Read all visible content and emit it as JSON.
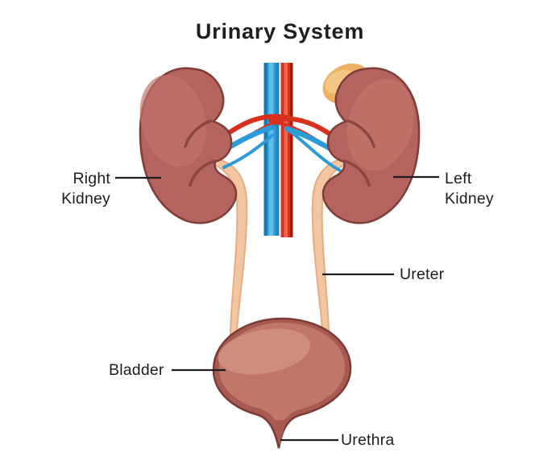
{
  "title": "Urinary System",
  "labels": {
    "right_kidney": {
      "line1": "Right",
      "line2": "Kidney"
    },
    "left_kidney": {
      "line1": "Left",
      "line2": "Kidney"
    },
    "ureter": "Ureter",
    "bladder": "Bladder",
    "urethra": "Urethra"
  },
  "colors": {
    "background": "#ffffff",
    "title_text": "#1f1f1f",
    "label_text": "#1d1d1d",
    "leader_line": "#1d1d1d",
    "kidney_fill": "#b5635e",
    "kidney_outline": "#7e3d39",
    "kidney_crease": "#8a4642",
    "kidney_highlight": "#c0736c",
    "adrenal_fill": "#eeb163",
    "adrenal_highlight": "#f3c685",
    "vena_cava_blue": "#2b9cd8",
    "vena_cava_light": "#62bde9",
    "vena_cava_dark": "#1377ad",
    "vena_cava_edge": "#1e86bd",
    "aorta_red": "#d9301d",
    "aorta_light": "#ee6950",
    "aorta_dark": "#a81a0b",
    "renal_artery": "#d9301d",
    "renal_vein": "#2b9cd8",
    "ureter_fill": "#f2c6a0",
    "ureter_edge": "#e5ad85",
    "bladder_base": "#a85a52",
    "bladder_outline": "#7c3a36",
    "bladder_inner": "#c07668",
    "bladder_highlight": "#cf8d80"
  }
}
